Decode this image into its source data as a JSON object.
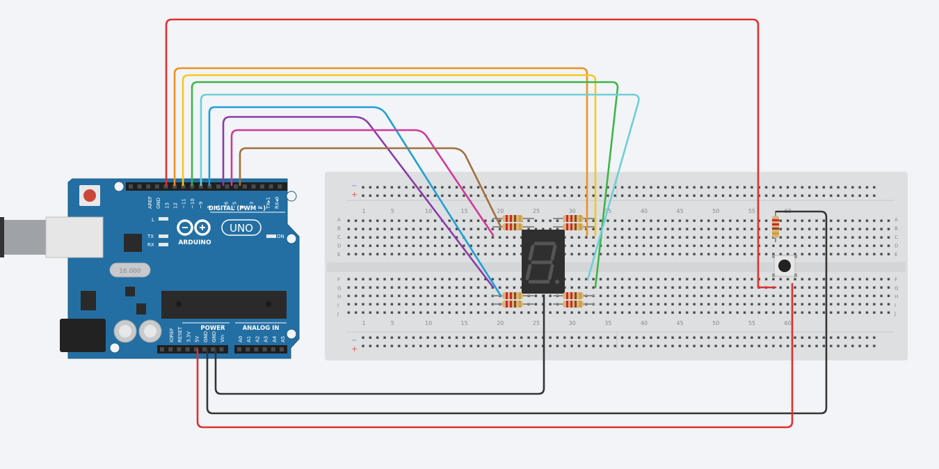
{
  "arduino": {
    "brand": "ARDUINO",
    "model": "UNO",
    "digital_label": "DIGITAL (PWM ~)",
    "power_label": "POWER",
    "analog_label": "ANALOG IN",
    "led_l": "L",
    "led_tx": "TX",
    "led_rx": "RX",
    "led_on": "ON",
    "crystal": "16.000",
    "top_pins": [
      "AREF",
      "GND",
      "13",
      "12",
      "~11",
      "~10",
      "~9",
      "8",
      "7",
      "~6",
      "~5",
      "4",
      "~3",
      "2",
      "TX▸1",
      "RX◂0"
    ],
    "power_pins": [
      "IOREF",
      "RESET",
      "3.3V",
      "5V",
      "GND",
      "GND",
      "Vin"
    ],
    "analog_pins": [
      "A0",
      "A1",
      "A2",
      "A3",
      "A4",
      "A5"
    ]
  },
  "breadboard": {
    "columns_top": [
      "1",
      "5",
      "10",
      "15",
      "20",
      "25",
      "30",
      "35",
      "40",
      "45",
      "50",
      "55",
      "60"
    ],
    "columns_bottom": [
      "1",
      "5",
      "10",
      "15",
      "20",
      "25",
      "30",
      "35",
      "40",
      "45",
      "50",
      "55",
      "60"
    ],
    "rows_top": [
      "A",
      "B",
      "C",
      "D",
      "E"
    ],
    "rows_bottom": [
      "F",
      "G",
      "H",
      "I",
      "J"
    ],
    "rail_minus": "−",
    "rail_plus": "+"
  },
  "wire_colors": {
    "red": "#e02f2f",
    "orange": "#f0901e",
    "yellow": "#f4c91f",
    "green": "#3cb54a",
    "cyan": "#6dcfd6",
    "blue": "#1e9fd6",
    "purple": "#8a3aa8",
    "magenta": "#d2379a",
    "brown": "#a0703e",
    "black": "#333333"
  }
}
